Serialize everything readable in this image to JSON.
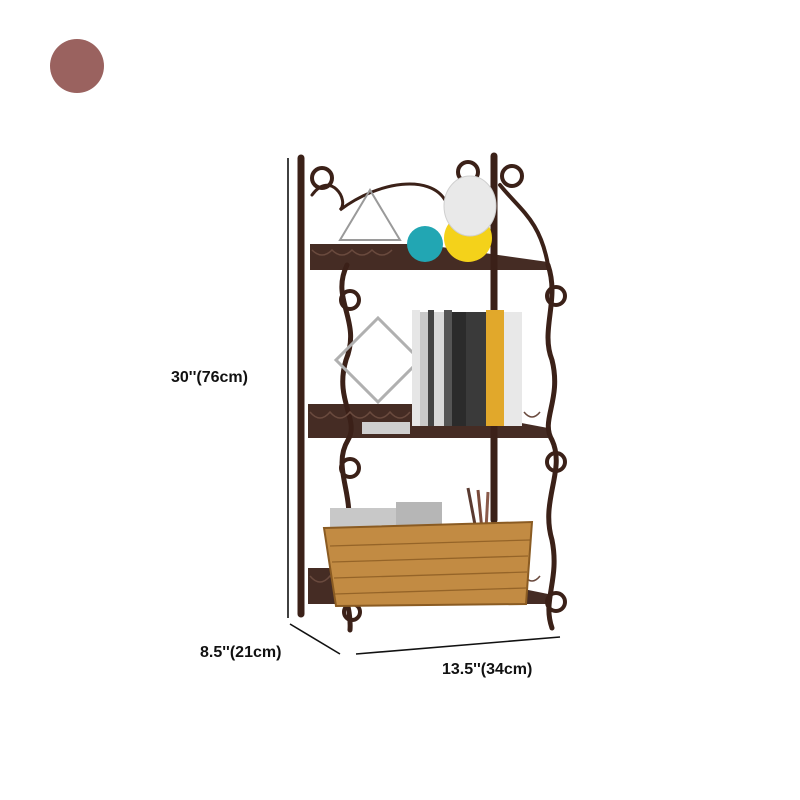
{
  "color_swatch": {
    "color": "#9a625f",
    "icon": "color-swatch-circle"
  },
  "dimensions": {
    "height_label": "30''(76cm)",
    "depth_label": "8.5''(21cm)",
    "width_label": "13.5''(34cm)"
  },
  "product": {
    "icon": "three-tier-scroll-shelf",
    "frame_color": "#3b2118"
  }
}
